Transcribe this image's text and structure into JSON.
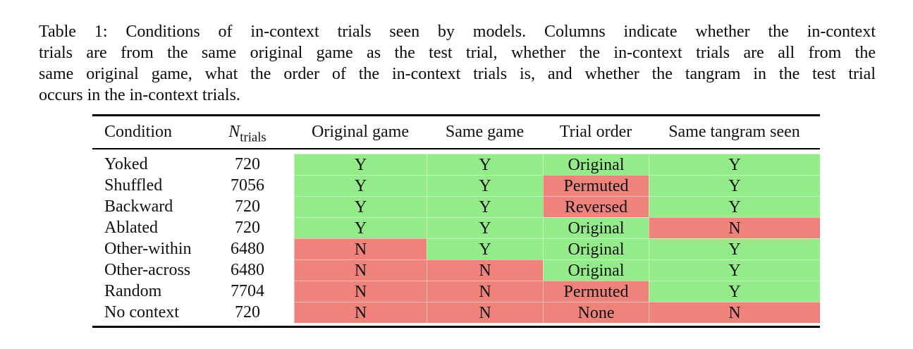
{
  "caption": {
    "lines": [
      "Table 1: Conditions of in-context trials seen by models. Columns indicate whether the in-context",
      "trials are from the same original game as the test trial, whether the in-context trials are all from the",
      "same original game, what the order of the in-context trials is, and whether the tangram in the test trial",
      "occurs in the in-context trials."
    ]
  },
  "table": {
    "colors": {
      "yes": "#93EB89",
      "no": "#EF837C"
    },
    "headers": {
      "condition": "Condition",
      "n_base": "N",
      "n_sub": "trials",
      "original_game": "Original game",
      "same_game": "Same game",
      "trial_order": "Trial order",
      "same_tangram_seen": "Same tangram seen"
    },
    "rows": [
      {
        "condition": "Yoked",
        "n_trials": "720",
        "cells": [
          {
            "text": "Y",
            "color": "yes"
          },
          {
            "text": "Y",
            "color": "yes"
          },
          {
            "text": "Original",
            "color": "yes"
          },
          {
            "text": "Y",
            "color": "yes"
          }
        ]
      },
      {
        "condition": "Shuffled",
        "n_trials": "7056",
        "cells": [
          {
            "text": "Y",
            "color": "yes"
          },
          {
            "text": "Y",
            "color": "yes"
          },
          {
            "text": "Permuted",
            "color": "no"
          },
          {
            "text": "Y",
            "color": "yes"
          }
        ]
      },
      {
        "condition": "Backward",
        "n_trials": "720",
        "cells": [
          {
            "text": "Y",
            "color": "yes"
          },
          {
            "text": "Y",
            "color": "yes"
          },
          {
            "text": "Reversed",
            "color": "no"
          },
          {
            "text": "Y",
            "color": "yes"
          }
        ]
      },
      {
        "condition": "Ablated",
        "n_trials": "720",
        "cells": [
          {
            "text": "Y",
            "color": "yes"
          },
          {
            "text": "Y",
            "color": "yes"
          },
          {
            "text": "Original",
            "color": "yes"
          },
          {
            "text": "N",
            "color": "no"
          }
        ]
      },
      {
        "condition": "Other-within",
        "n_trials": "6480",
        "cells": [
          {
            "text": "N",
            "color": "no"
          },
          {
            "text": "Y",
            "color": "yes"
          },
          {
            "text": "Original",
            "color": "yes"
          },
          {
            "text": "Y",
            "color": "yes"
          }
        ]
      },
      {
        "condition": "Other-across",
        "n_trials": "6480",
        "cells": [
          {
            "text": "N",
            "color": "no"
          },
          {
            "text": "N",
            "color": "no"
          },
          {
            "text": "Original",
            "color": "yes"
          },
          {
            "text": "Y",
            "color": "yes"
          }
        ]
      },
      {
        "condition": "Random",
        "n_trials": "7704",
        "cells": [
          {
            "text": "N",
            "color": "no"
          },
          {
            "text": "N",
            "color": "no"
          },
          {
            "text": "Permuted",
            "color": "no"
          },
          {
            "text": "Y",
            "color": "yes"
          }
        ]
      },
      {
        "condition": "No context",
        "n_trials": "720",
        "cells": [
          {
            "text": "N",
            "color": "no"
          },
          {
            "text": "N",
            "color": "no"
          },
          {
            "text": "None",
            "color": "no"
          },
          {
            "text": "N",
            "color": "no"
          }
        ]
      }
    ]
  }
}
